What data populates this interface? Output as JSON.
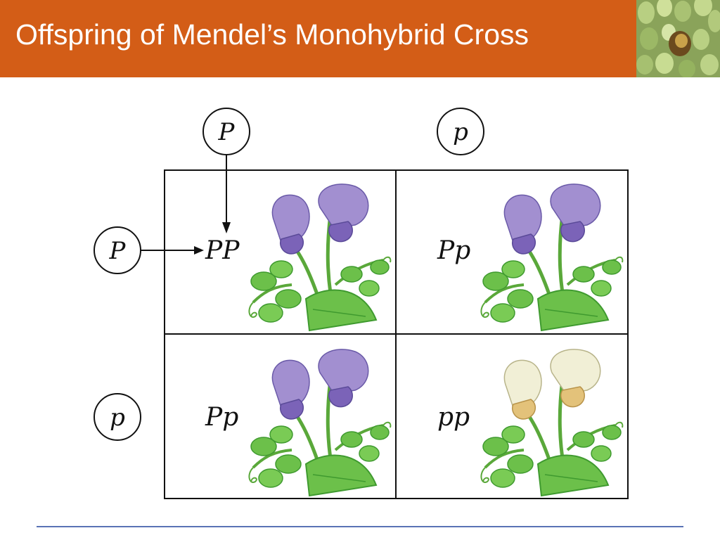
{
  "slide": {
    "title": "Offspring of Mendel’s Monohybrid Cross"
  },
  "punnett": {
    "column_alleles": [
      "P",
      "p"
    ],
    "row_alleles": [
      "P",
      "p"
    ],
    "cells": [
      {
        "genotype": "PP",
        "flower_color": "purple"
      },
      {
        "genotype": "Pp",
        "flower_color": "purple"
      },
      {
        "genotype": "Pp",
        "flower_color": "purple"
      },
      {
        "genotype": "pp",
        "flower_color": "white"
      }
    ]
  },
  "colors": {
    "title_bar": "#d35d17",
    "title_text": "#ffffff",
    "footer_rule": "#5a73b5",
    "purple_petal": "#a28fd0",
    "purple_keel": "#7b63b8",
    "white_petal": "#f1efd6",
    "white_keel": "#e3c27a",
    "leaf": "#6cc04a",
    "leaf_dark": "#3f9a2f",
    "stem": "#5aa83a"
  }
}
